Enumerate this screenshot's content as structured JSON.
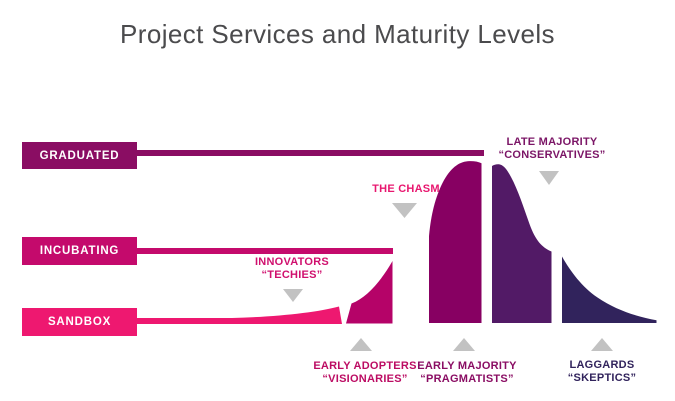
{
  "title": {
    "text": "Project Services and Maturity Levels",
    "color": "#4B4B4D"
  },
  "maturity_levels": [
    {
      "label": "GRADUATED",
      "color": "#8A0D63"
    },
    {
      "label": "INCUBATING",
      "color": "#C40A6C"
    },
    {
      "label": "SANDBOX",
      "color": "#EE1870"
    }
  ],
  "chasm": {
    "label": "THE CHASM",
    "color": "#E8176F"
  },
  "adopter_segments": [
    {
      "id": "innovators",
      "label": "INNOVATORS",
      "sublabel": "“TECHIES”",
      "fill": "#EE1870",
      "label_color": "#D0106E"
    },
    {
      "id": "early-adopters",
      "label": "EARLY ADOPTERS",
      "sublabel": "“VISIONARIES”",
      "fill": "#B50368",
      "label_color": "#BC0C63"
    },
    {
      "id": "early-majority",
      "label": "EARLY MAJORITY",
      "sublabel": "“PRAGMATISTS”",
      "fill": "#870062",
      "label_color": "#8A0D63"
    },
    {
      "id": "late-majority",
      "label": "LATE MAJORITY",
      "sublabel": "“CONSERVATIVES”",
      "fill": "#521A66",
      "label_color": "#7B1566"
    },
    {
      "id": "laggards",
      "label": "LAGGARDS",
      "sublabel": "“SKEPTICS”",
      "fill": "#31235C",
      "label_color": "#31235C"
    }
  ],
  "colors": {
    "triangle": "#C2C2C2",
    "background": "#FFFFFF",
    "bar_text": "#FFFFFF"
  }
}
